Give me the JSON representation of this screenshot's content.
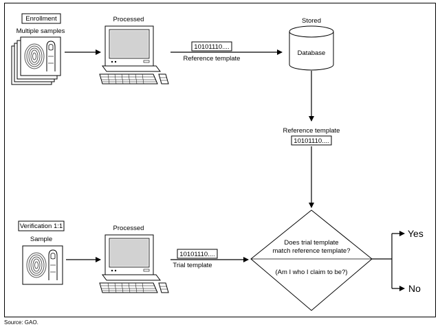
{
  "enrollment": {
    "title": "Enrollment",
    "subtitle": "Multiple samples",
    "processed_label": "Processed",
    "template_code": "10101110....",
    "template_label": "Reference template"
  },
  "storage": {
    "stored_label": "Stored",
    "database_label": "Database",
    "reference_label": "Reference template",
    "reference_code": "10101110...."
  },
  "verification": {
    "title": "Verification 1:1",
    "subtitle": "Sample",
    "processed_label": "Processed",
    "template_code": "10101110....",
    "template_label": "Trial template"
  },
  "decision": {
    "line1": "Does trial template",
    "line2": "match reference template?",
    "line3": "(Am I who I claim to be?)",
    "yes_label": "Yes",
    "no_label": "No"
  },
  "source": "Source: GAO."
}
